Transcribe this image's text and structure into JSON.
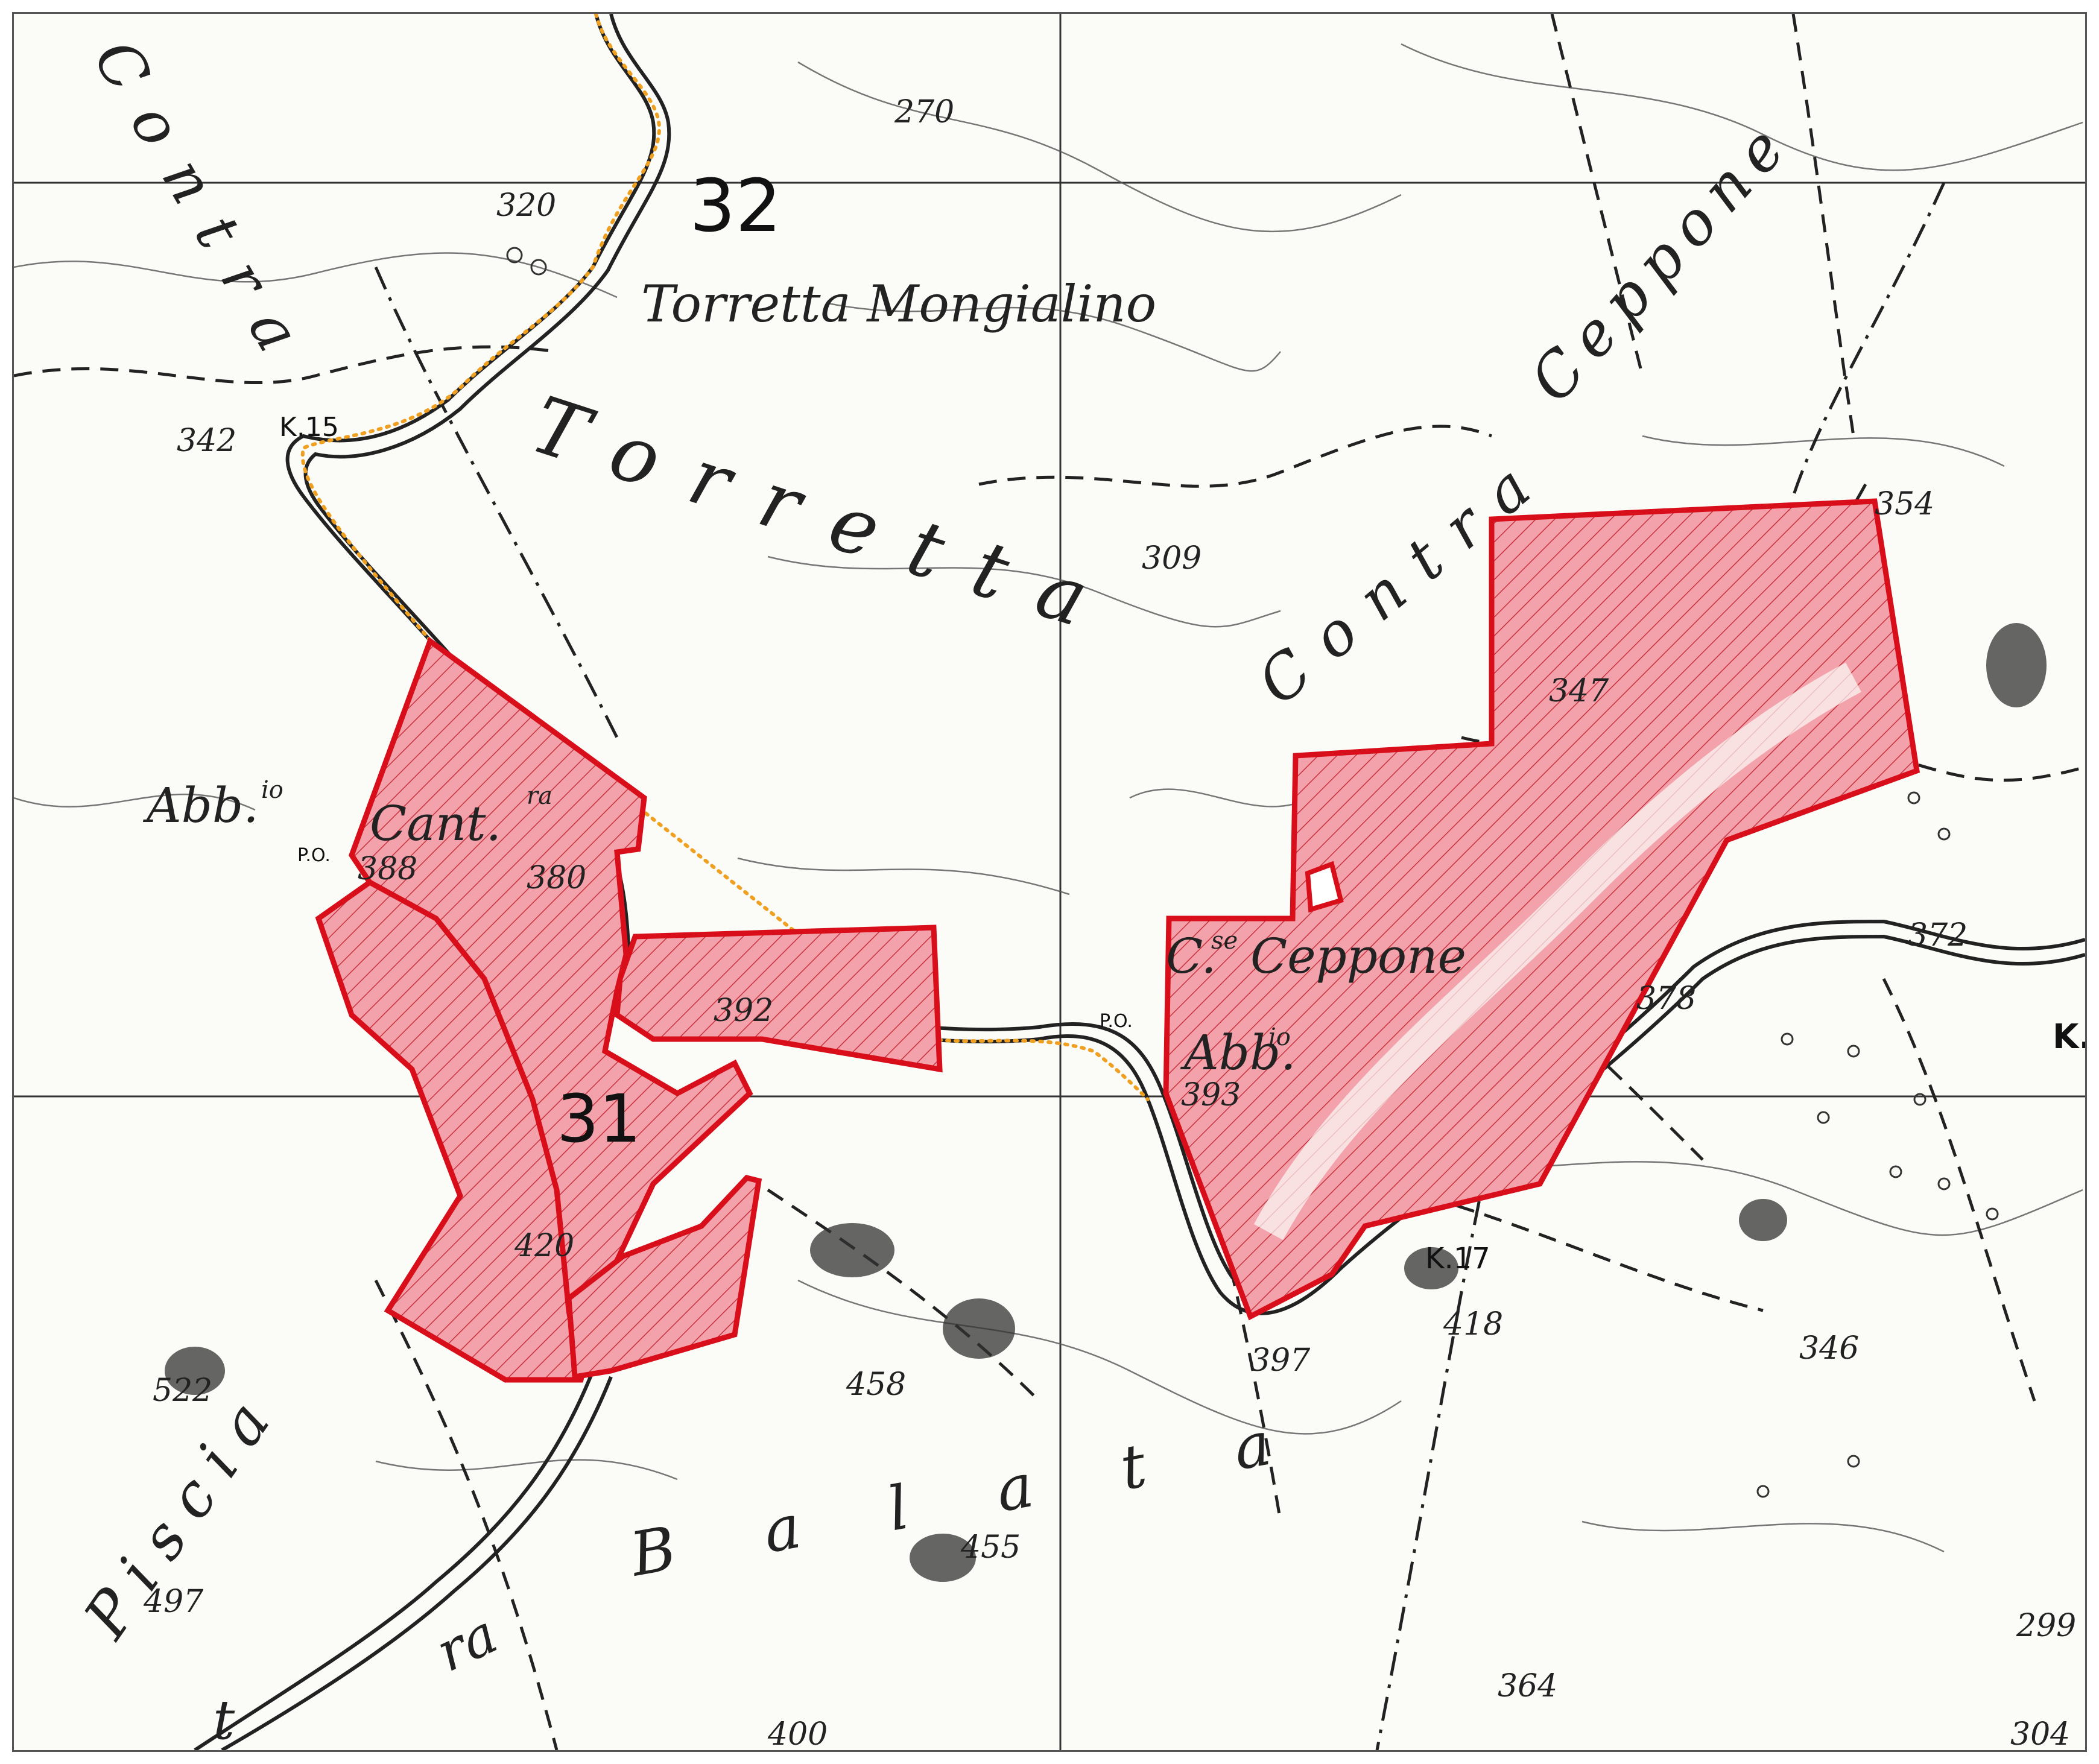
{
  "map": {
    "sheet_numbers": [
      "32",
      "31"
    ],
    "place_labels": {
      "torretta_mongialino": "Torretta Mongialino",
      "contrada_torretta": "Torretta",
      "contrada_left": "Contra",
      "contrada_ceppone": "Ceppone",
      "contrada_ceppone_prefix": "Contra",
      "balata": "Balata",
      "cantoniera": "Cant.",
      "cantoniera_sup": "ra",
      "abb_left": "Abb.",
      "abb_left_sup": "io",
      "abb_right": "Abb.",
      "abb_right_sup": "io",
      "c_ceppone": "Ceppone",
      "c_prefix": "C.",
      "c_sup": "se",
      "bottom_left_word": "Piscia",
      "bottom_left_ra": "ra",
      "bottom_left_t": "t",
      "far_right_k": "K."
    },
    "elevations": [
      "270",
      "320",
      "342",
      "309",
      "354",
      "347",
      "372",
      "388",
      "380",
      "392",
      "393",
      "378",
      "420",
      "397",
      "418",
      "346",
      "458",
      "455",
      "522",
      "497",
      "364",
      "299",
      "304",
      "400"
    ],
    "km_markers": [
      "K.15",
      "K.17"
    ],
    "post_markers": [
      "P.O.",
      "P.O."
    ],
    "colors": {
      "boundary": "#d80f1a",
      "fill": "#f3a1aa",
      "hatch": "#c8323d",
      "track": "#f0a020",
      "ink": "#222222",
      "grid": "#333333"
    }
  }
}
